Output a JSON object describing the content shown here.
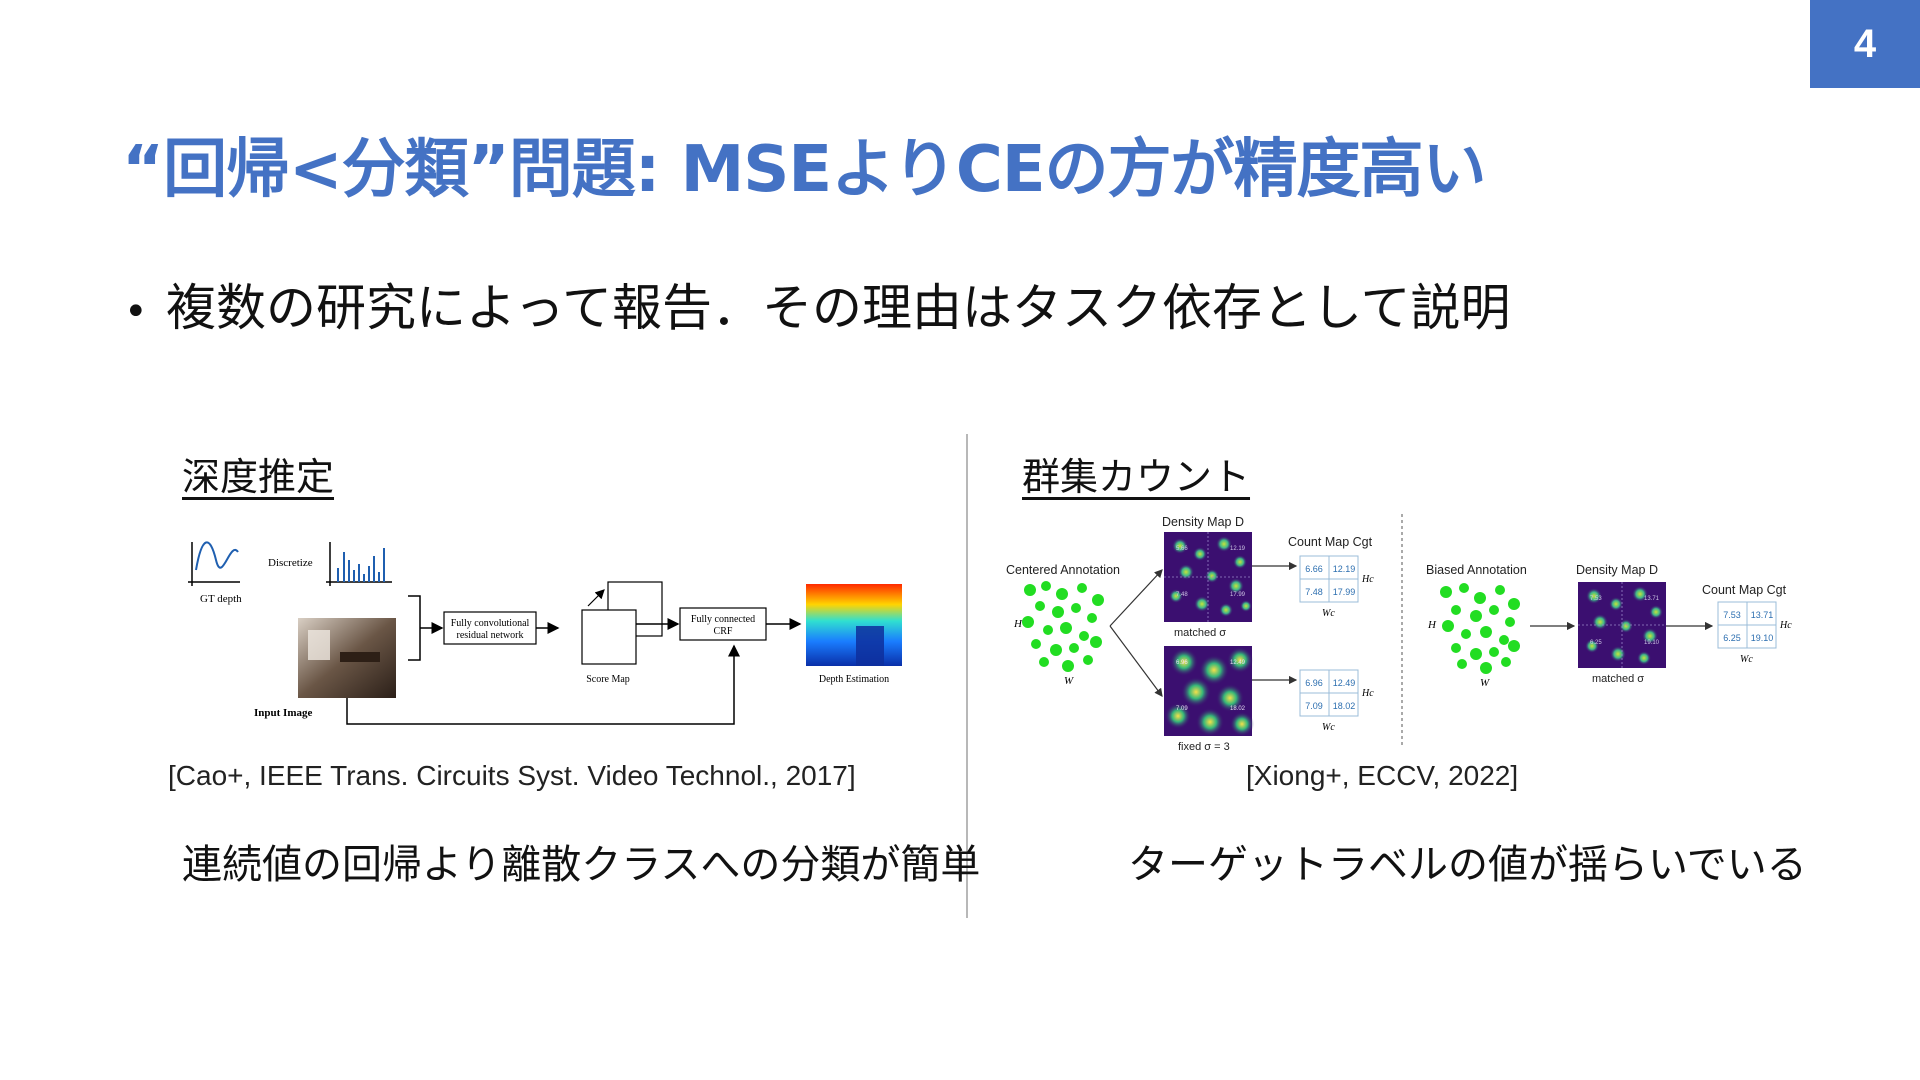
{
  "page_number": "4",
  "title": "“回帰<分類”問題: MSEよりCEの方が精度高い",
  "bullet": "複数の研究によって報告．その理由はタスク依存として説明",
  "left": {
    "heading": "深度推定",
    "figure": {
      "gt_depth": "GT depth",
      "discretize": "Discretize",
      "fcn_line1": "Fully convolutional",
      "fcn_line2": "residual network",
      "crf_line1": "Fully connected",
      "crf_line2": "CRF",
      "score_map": "Score Map",
      "depth_estimation": "Depth Estimation",
      "input_image": "Input Image"
    },
    "citation": "[Cao+, IEEE Trans. Circuits Syst. Video Technol., 2017]",
    "caption": "連続値の回帰より離散クラスへの分類が簡単"
  },
  "right": {
    "heading": "群集カウント",
    "figure": {
      "centered_annotation": "Centered Annotation",
      "biased_annotation": "Biased Annotation",
      "density_map": "Density Map D",
      "count_map": "Count Map Cgt",
      "matched": "matched σ",
      "fixed": "fixed σ = 3",
      "h": "H",
      "w": "W",
      "hc": "Hc",
      "wc": "Wc",
      "grid_a": [
        "6.66",
        "12.19",
        "7.48",
        "17.99"
      ],
      "grid_b": [
        "6.96",
        "12.49",
        "7.09",
        "18.02"
      ],
      "grid_c": [
        "7.53",
        "13.71",
        "6.25",
        "19.10"
      ],
      "dm_a": [
        "5.66",
        "12.19",
        "7.48",
        "17.99"
      ],
      "dm_b": [
        "6.96",
        "12.49",
        "7.09",
        "18.02"
      ],
      "dm_c": [
        "7.53",
        "13.71",
        "6.25",
        "19.10"
      ]
    },
    "citation": "[Xiong+, ECCV, 2022]",
    "caption": "ターゲットラベルの値が揺らいでいる"
  },
  "colors": {
    "accent": "#4472c4",
    "density_bg": "#3b0f70",
    "annotation_green": "#22dd22"
  }
}
